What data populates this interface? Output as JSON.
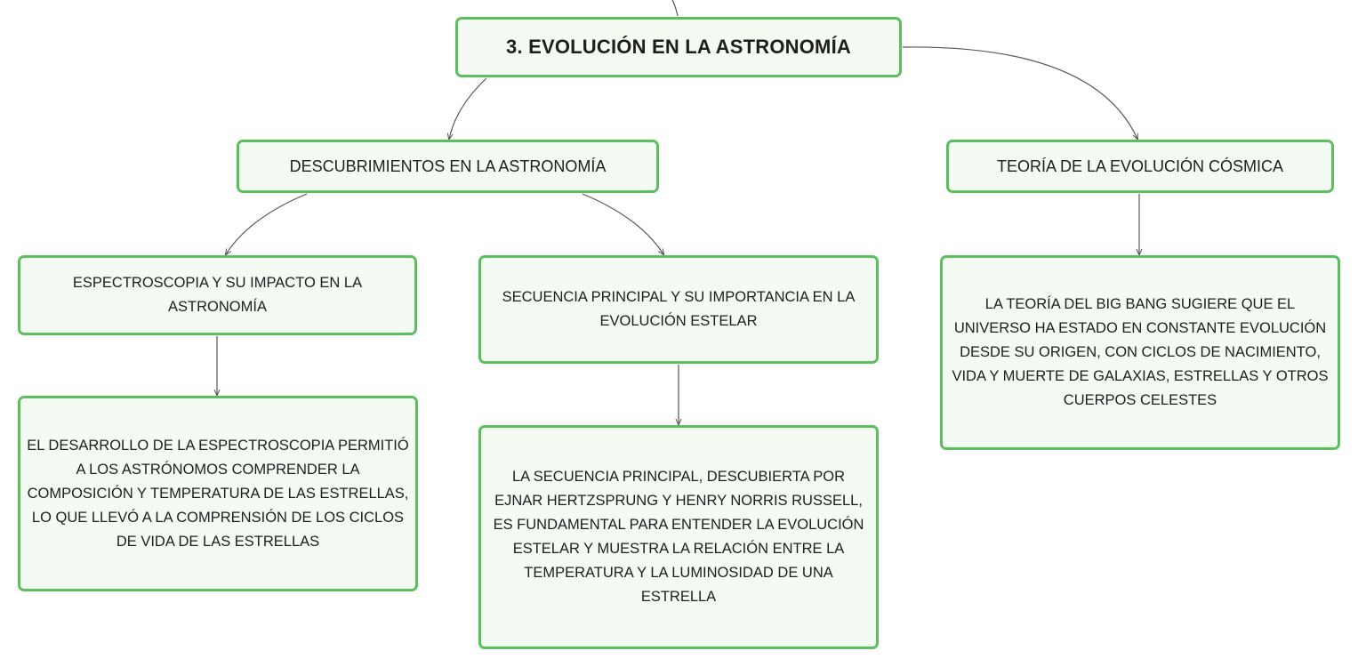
{
  "root": {
    "label": "3. EVOLUCIÓN EN LA ASTRONOMÍA"
  },
  "branches": {
    "descubrimientos": {
      "label": "DESCUBRIMIENTOS EN LA ASTRONOMÍA",
      "children": {
        "espectroscopia": {
          "label": "ESPECTROSCOPIA Y SU IMPACTO EN LA ASTRONOMÍA",
          "detail": "EL DESARROLLO DE LA ESPECTROSCOPIA PERMITIÓ A LOS ASTRÓNOMOS COMPRENDER LA COMPOSICIÓN Y TEMPERATURA DE LAS ESTRELLAS, LO QUE LLEVÓ A LA COMPRENSIÓN DE LOS CICLOS DE VIDA DE LAS ESTRELLAS"
        },
        "secuencia": {
          "label": "SECUENCIA PRINCIPAL Y SU IMPORTANCIA EN LA EVOLUCIÓN ESTELAR",
          "detail": "LA SECUENCIA PRINCIPAL, DESCUBIERTA POR EJNAR HERTZSPRUNG Y HENRY NORRIS RUSSELL, ES FUNDAMENTAL PARA ENTENDER LA EVOLUCIÓN ESTELAR Y MUESTRA LA RELACIÓN ENTRE LA TEMPERATURA Y LA LUMINOSIDAD DE UNA ESTRELLA"
        }
      }
    },
    "teoria": {
      "label": "TEORÍA DE LA EVOLUCIÓN CÓSMICA",
      "detail": "LA TEORÍA DEL BIG BANG SUGIERE QUE EL UNIVERSO HA ESTADO EN CONSTANTE EVOLUCIÓN DESDE SU ORIGEN, CON CICLOS DE NACIMIENTO, VIDA Y MUERTE DE GALAXIAS, ESTRELLAS Y OTROS CUERPOS CELESTES"
    }
  },
  "colors": {
    "node_border": "#5cbf5e",
    "node_fill": "#f3fbf3",
    "connector": "#555555",
    "text": "#1e1e1e"
  }
}
